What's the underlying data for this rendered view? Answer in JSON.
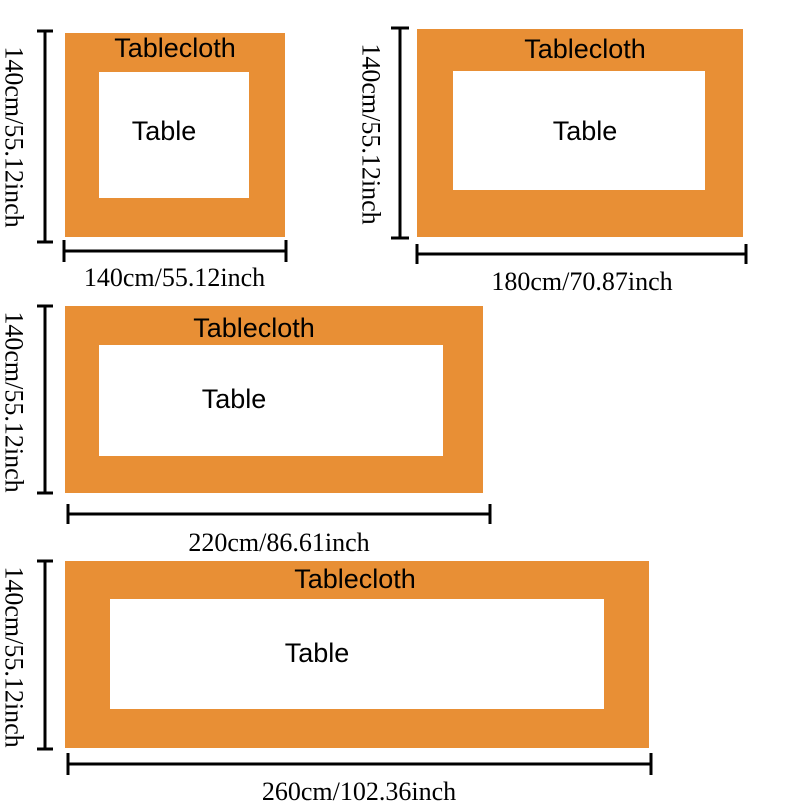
{
  "colors": {
    "tablecloth": "#e88f35",
    "table": "#ffffff",
    "line": "#000000"
  },
  "diagrams": [
    {
      "cloth_label": "Tablecloth",
      "table_label": "Table",
      "height_label": "140cm/55.12inch",
      "width_label": "140cm/55.12inch"
    },
    {
      "cloth_label": "Tablecloth",
      "table_label": "Table",
      "height_label": "140cm/55.12inch",
      "width_label": "180cm/70.87inch"
    },
    {
      "cloth_label": "Tablecloth",
      "table_label": "Table",
      "height_label": "140cm/55.12inch",
      "width_label": "220cm/86.61inch"
    },
    {
      "cloth_label": "Tablecloth",
      "table_label": "Table",
      "height_label": "140cm/55.12inch",
      "width_label": "260cm/102.36inch"
    }
  ]
}
